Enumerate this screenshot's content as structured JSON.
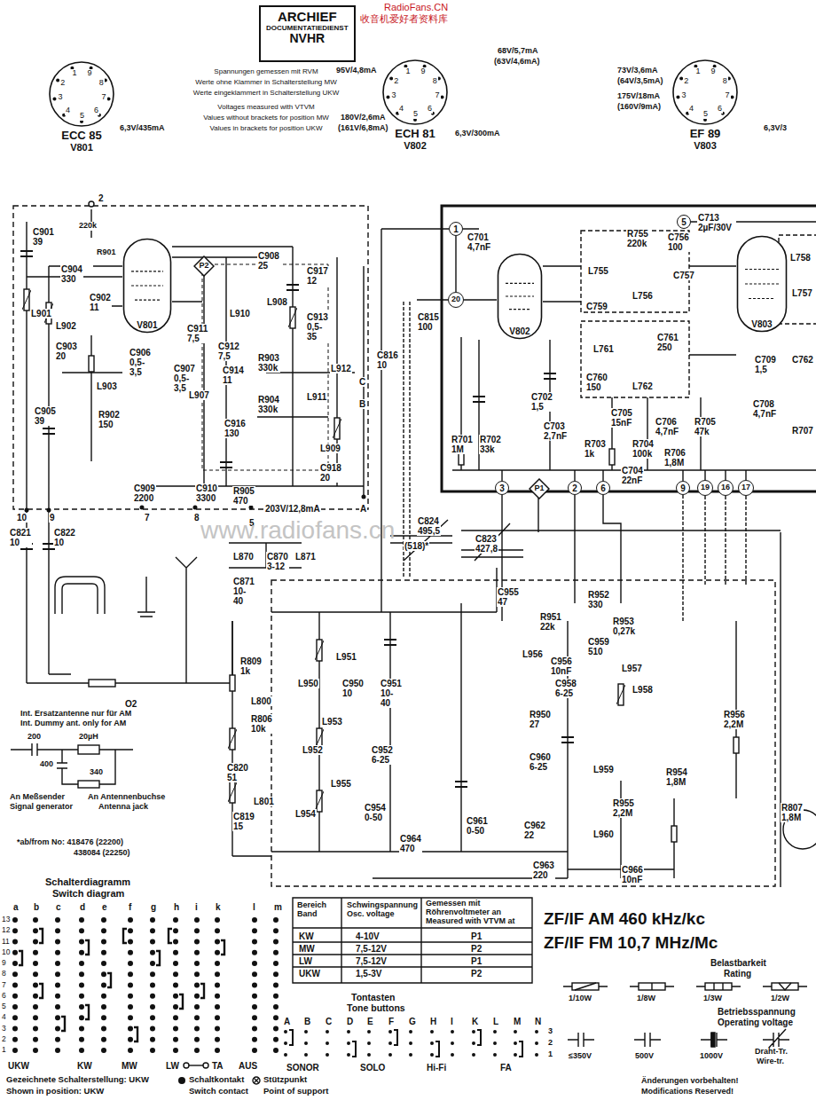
{
  "diagram": {
    "nodes": [
      {
        "text": [
          "ARCHIEF",
          "DOCUMENTATIEDIENST",
          "NVHR"
        ]
      },
      {
        "text": [
          "ECC 85",
          "V801"
        ]
      },
      {
        "text": [
          "ECH 81",
          "V802"
        ]
      },
      {
        "text": [
          "EF 89",
          "V803"
        ]
      },
      {
        "text": [
          "V801"
        ]
      },
      {
        "text": [
          "P2"
        ]
      },
      {
        "text": [
          "1"
        ]
      },
      {
        "text": [
          "20"
        ]
      },
      {
        "text": [
          "V802"
        ]
      },
      {
        "text": [
          "5"
        ]
      },
      {
        "text": [
          "V803"
        ]
      },
      {
        "text": [
          "3"
        ]
      },
      {
        "text": [
          "P1"
        ]
      },
      {
        "text": [
          "2"
        ]
      },
      {
        "text": [
          "6"
        ]
      },
      {
        "text": [
          "9"
        ]
      },
      {
        "text": [
          "19"
        ]
      },
      {
        "text": [
          "16"
        ]
      },
      {
        "text": [
          "17"
        ]
      }
    ],
    "labels": [
      "RadioFans.CN",
      "收音机爱好者资料库",
      "1",
      "2",
      "3",
      "4",
      "5",
      "6",
      "7",
      "8",
      "9",
      "6,3V/435mA",
      "1",
      "2",
      "3",
      "4",
      "5",
      "6",
      "7",
      "8",
      "9",
      "95V/4,8mA",
      "68V/5,7mA",
      "(63V/4,6mA)",
      "180V/2,6mA",
      "(161V/6,8mA)",
      "6,3V/300mA",
      "1",
      "2",
      "3",
      "4",
      "5",
      "6",
      "7",
      "8",
      "9",
      "73V/3,6mA",
      "(64V/3,5mA)",
      "175V/18mA",
      "(160V/9mA)",
      "6,3V/3",
      "Spannungen gemessen mit RVM",
      "Werte ohne Klammer in Schalterstellung MW",
      "Werte eingeklammert in Schalterstellung UKW",
      "Voltages measured with VTVM",
      "Values without brackets for position MW",
      "Values in brackets for position UKW",
      "2",
      "C901 39",
      "220k",
      "R901",
      "C904 330",
      "C902 11",
      "L901",
      "L902",
      "C903 20",
      "C906 0,5-3,5",
      "L903",
      "R902 150",
      "C905 39",
      "C908 25",
      "C917 12",
      "L908",
      "C913 0,5-35",
      "L910",
      "C911 7,5",
      "C912 7,5",
      "C907 0,5-3,5",
      "C914 11",
      "L907",
      "R903 330k",
      "R904 330k",
      "C916 130",
      "L911",
      "L912",
      "C816 10",
      "C",
      "B",
      "L909",
      "C918 20",
      "C909 2200",
      "C910 3300",
      "R905 470",
      "203V/12,8mA",
      "10",
      "9",
      "7",
      "8",
      "5",
      "A",
      "C815 100",
      "C701 4,7nF",
      "C713 2µF/30V",
      "R755 220k",
      "C756 100",
      "L755",
      "L756",
      "C757",
      "C759",
      "L761",
      "C761 250",
      "C760 150",
      "L762",
      "C702 1,5",
      "C703 2,7nF",
      "R701 1M",
      "R702 33k",
      "C705 15nF",
      "R703 1k",
      "C706 4,7nF",
      "R704 100k",
      "R705 47k",
      "R706 1,8M",
      "C704 22nF",
      "L758",
      "L757",
      "C709 1,5",
      "C762",
      "C708 4,7nF",
      "R707",
      "C821 10",
      "C822 10",
      "L870",
      "C870 3-12",
      "L871",
      "C871 10-40",
      "C824 495,5",
      "(518)*",
      "C823 427,8",
      "C955 47",
      "R951 22k",
      "R952 330",
      "R953 0,27k",
      "C959 510",
      "L956",
      "C956 10nF",
      "C958 6-25",
      "L957",
      "L958",
      "L951",
      "L950",
      "C950 10",
      "C951 10-40",
      "L953",
      "L952",
      "C952 6-25",
      "L955",
      "L954",
      "C954 0-50",
      "R950 27",
      "C960 6-25",
      "L959",
      "C961 0-50",
      "C962 22",
      "L960",
      "C964 470",
      "C963 220",
      "R809 1k",
      "L800",
      "R806 10k",
      "C820 51",
      "L801",
      "C819 15",
      "R955 2,2M",
      "R954 1,8M",
      "C966 10nF",
      "R956 2,2M",
      "R807 1,8M",
      "O2",
      "Int. Ersatzantenne nur für AM",
      "Int. Dummy ant. only for AM",
      "200",
      "20µH",
      "400",
      "340",
      "An Meßsender",
      "Signal generator",
      "An Antennenbuchse",
      "Antenna jack",
      "*ab/from No: 418476 (22200)",
      "438084 (22250)",
      "www.radiofans.cn",
      "Schalterdiagramm",
      "Switch diagram",
      "a",
      "b",
      "c",
      "d",
      "e",
      "f",
      "g",
      "h",
      "i",
      "k",
      "l",
      "m",
      "13",
      "12",
      "11",
      "10",
      "9",
      "8",
      "7",
      "6",
      "5",
      "4",
      "3",
      "2",
      "1",
      "UKW",
      "KW",
      "MW",
      "LW",
      "TA",
      "AUS",
      "Gezeichnete Schalterstellung: UKW",
      "Shown in position: UKW",
      "Schaltkontakt",
      "Switch contact",
      "Stützpunkt",
      "Point of support",
      "Bereich Band",
      "Schwingspannung Osc. voltage",
      "Gemessen mit Röhrenvoltmeter an Measured with VTVM at",
      "KW",
      "4-10V",
      "P1",
      "MW",
      "7,5-12V",
      "P2",
      "LW",
      "7,5-12V",
      "P1",
      "UKW",
      "1,5-3V",
      "P2",
      "Tontasten",
      "Tone buttons",
      "A",
      "B",
      "C",
      "D",
      "E",
      "F",
      "G",
      "H",
      "I",
      "K",
      "L",
      "M",
      "N",
      "3",
      "2",
      "1",
      "SONOR",
      "SOLO",
      "Hi-Fi",
      "FA",
      "ZF/IF AM 460 kHz/kc",
      "ZF/IF FM 10,7 MHz/Mc",
      "Belastbarkeit",
      "Rating",
      "1/10W",
      "1/8W",
      "1/3W",
      "1/2W",
      "Betriebsspannung",
      "Operating voltage",
      "≤350V",
      "500V",
      "1000V",
      "Draht-Tr.",
      "Wire-tr.",
      "Änderungen vorbehalten!",
      "Modifications Reserved!"
    ]
  }
}
